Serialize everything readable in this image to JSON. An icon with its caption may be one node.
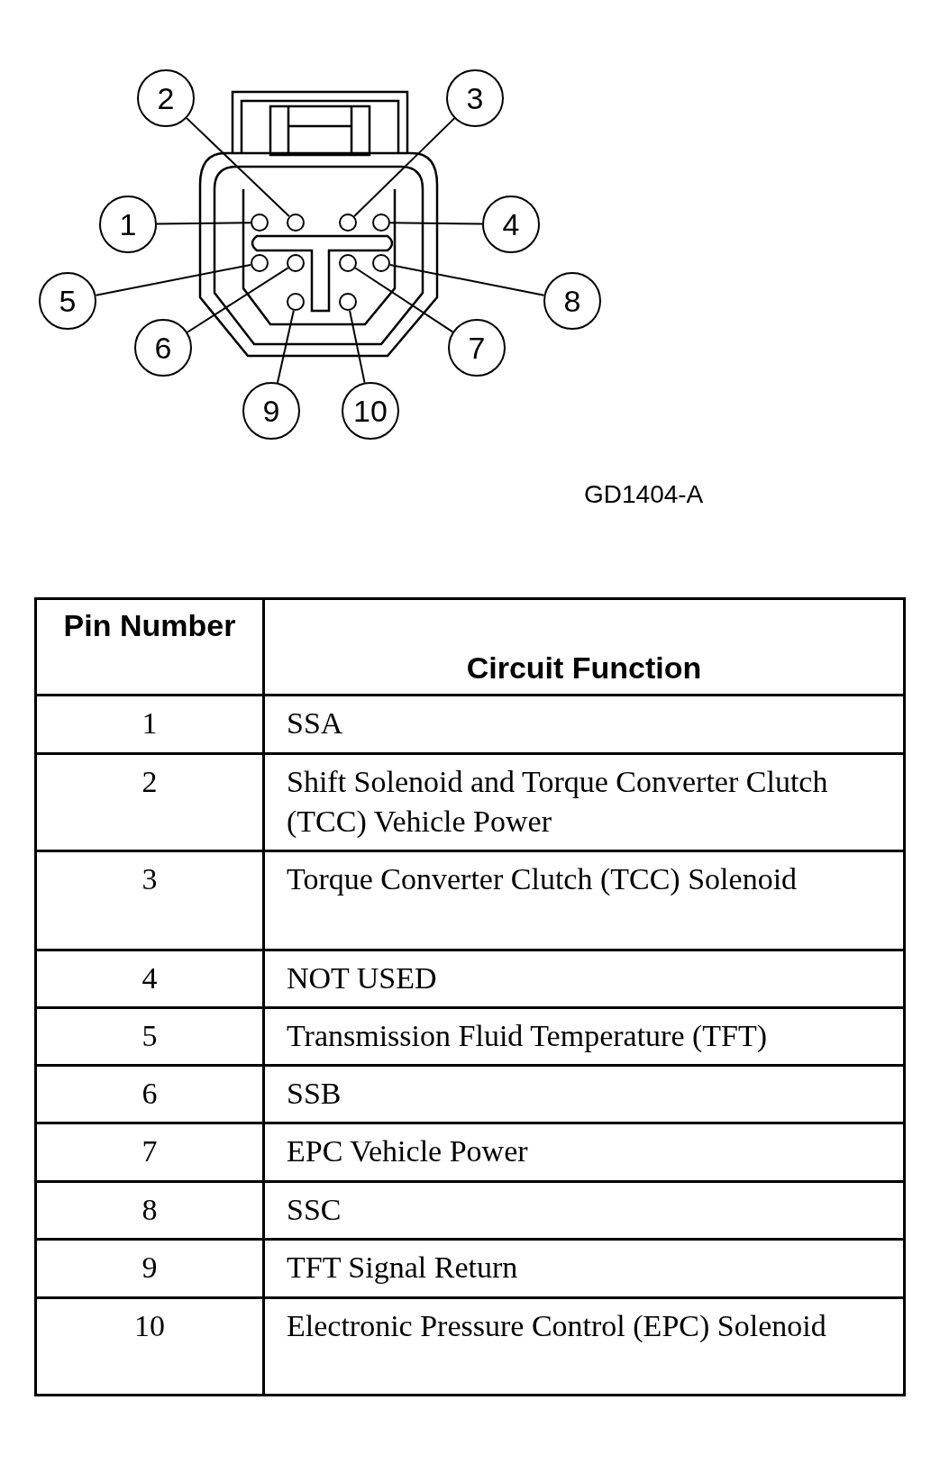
{
  "diagram": {
    "nodes": [
      {
        "text": [
          "1"
        ]
      },
      {
        "text": [
          "2"
        ]
      },
      {
        "text": [
          "3"
        ]
      },
      {
        "text": [
          "4"
        ]
      },
      {
        "text": [
          "5"
        ]
      },
      {
        "text": [
          "6"
        ]
      },
      {
        "text": [
          "7"
        ]
      },
      {
        "text": [
          "8"
        ]
      },
      {
        "text": [
          "9"
        ]
      },
      {
        "text": [
          "10"
        ]
      },
      {
        "text": [],
        "shape": "circle"
      },
      {
        "text": [],
        "shape": "circle"
      },
      {
        "text": [],
        "shape": "circle"
      },
      {
        "text": [],
        "shape": "circle"
      },
      {
        "text": [],
        "shape": "circle"
      },
      {
        "text": [],
        "shape": "circle"
      },
      {
        "text": [],
        "shape": "circle"
      },
      {
        "text": [],
        "shape": "circle"
      },
      {
        "text": [],
        "shape": "circle"
      },
      {
        "text": [],
        "shape": "circle"
      }
    ],
    "edges": [
      {
        "from": 0,
        "to": 10,
        "arrow": "none"
      },
      {
        "from": 1,
        "to": 11,
        "arrow": "none"
      },
      {
        "from": 2,
        "to": 12,
        "arrow": "none"
      },
      {
        "from": 3,
        "to": 13,
        "arrow": "none"
      },
      {
        "from": 4,
        "to": 14,
        "arrow": "none"
      },
      {
        "from": 5,
        "to": 15,
        "arrow": "none"
      },
      {
        "from": 6,
        "to": 16,
        "arrow": "none"
      },
      {
        "from": 7,
        "to": 17,
        "arrow": "none"
      },
      {
        "from": 8,
        "to": 18,
        "arrow": "none"
      },
      {
        "from": 9,
        "to": 19,
        "arrow": "none"
      }
    ],
    "labels": [
      "GD1404-A",
      "Pin Number",
      "Circuit Function",
      "1",
      "SSA",
      "2",
      "Shift Solenoid and Torque Converter Clutch (TCC) Vehicle Power",
      "3",
      "Torque Converter Clutch (TCC) Solenoid",
      "4",
      "NOT USED",
      "5",
      "Transmission Fluid Temperature (TFT)",
      "6",
      "SSB",
      "7",
      "EPC Vehicle Power",
      "8",
      "SSC",
      "9",
      "TFT Signal Return",
      "10",
      "Electronic Pressure Control (EPC) Solenoid"
    ]
  }
}
